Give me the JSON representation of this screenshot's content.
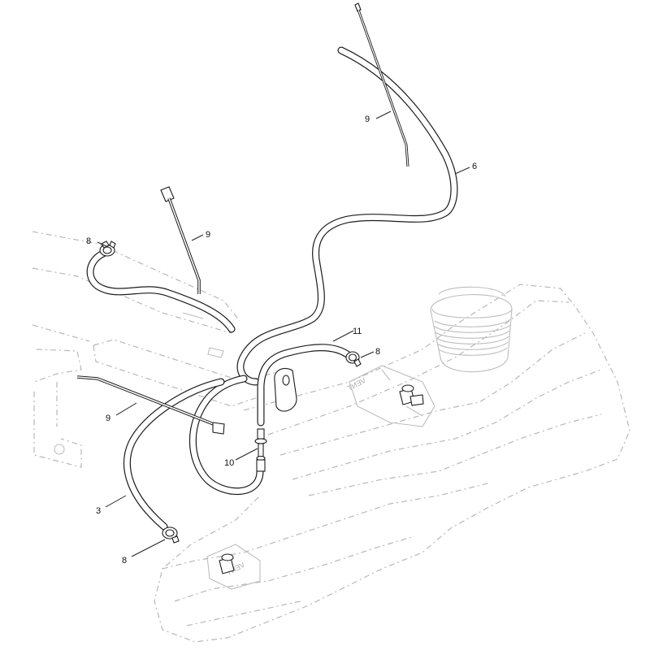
{
  "diagram": {
    "tank_vent_label_1": "VENT",
    "tank_vent_label_2": "VENT",
    "callouts": [
      {
        "id": "c1",
        "label": "9"
      },
      {
        "id": "c2",
        "label": "6"
      },
      {
        "id": "c3",
        "label": "8"
      },
      {
        "id": "c4",
        "label": "9"
      },
      {
        "id": "c5",
        "label": "11"
      },
      {
        "id": "c6",
        "label": "8"
      },
      {
        "id": "c7",
        "label": "9"
      },
      {
        "id": "c8",
        "label": "10"
      },
      {
        "id": "c9",
        "label": "3"
      },
      {
        "id": "c10",
        "label": "8"
      }
    ]
  }
}
